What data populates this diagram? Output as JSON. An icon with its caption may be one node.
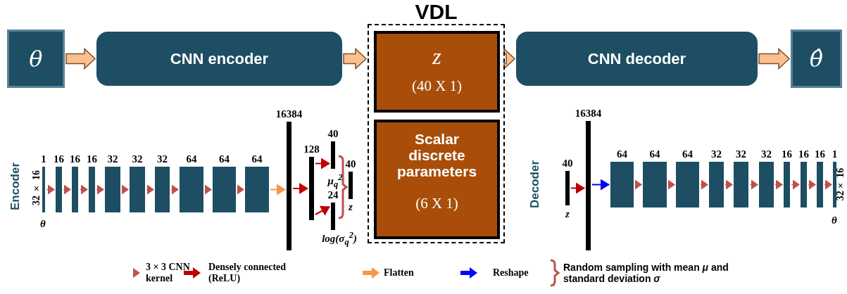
{
  "diagram": {
    "nodes": [
      {
        "text": [
          "θ"
        ]
      },
      {
        "text": [
          "CNN encoder"
        ]
      },
      {
        "text": [
          "VDL"
        ]
      },
      {
        "text": [
          "z",
          "(40 X 1)"
        ],
        "in": 2
      },
      {
        "text": [
          "Scalar discrete parameters",
          "(6 X 1)"
        ],
        "in": 2
      },
      {
        "text": [
          "CNN decoder"
        ]
      },
      {
        "text": [
          "θ̂"
        ]
      },
      {
        "text": [
          "1"
        ],
        "beside": [
          "32 × 16",
          "θ"
        ]
      },
      {
        "text": [
          "16"
        ]
      },
      {
        "text": [
          "16"
        ]
      },
      {
        "text": [
          "16"
        ]
      },
      {
        "text": [
          "32"
        ]
      },
      {
        "text": [
          "32"
        ]
      },
      {
        "text": [
          "32"
        ]
      },
      {
        "text": [
          "64"
        ]
      },
      {
        "text": [
          "64"
        ]
      },
      {
        "text": [
          "64"
        ]
      },
      {
        "text": [
          "16384"
        ]
      },
      {
        "text": [
          "128"
        ]
      },
      {
        "text": [
          "40"
        ],
        "beside": [
          "μ$_{q}$$^{2}$"
        ]
      },
      {
        "text": [
          "24"
        ],
        "beside": [
          "log(σ$_{q}$$^{2}$)"
        ]
      },
      {
        "text": [
          "40"
        ],
        "beside": [
          "z"
        ]
      },
      {
        "text": [
          "40"
        ],
        "beside": [
          "z"
        ]
      },
      {
        "text": [
          "16384"
        ]
      },
      {
        "text": [
          "64"
        ]
      },
      {
        "text": [
          "64"
        ]
      },
      {
        "text": [
          "64"
        ]
      },
      {
        "text": [
          "32"
        ]
      },
      {
        "text": [
          "32"
        ]
      },
      {
        "text": [
          "32"
        ]
      },
      {
        "text": [
          "16"
        ]
      },
      {
        "text": [
          "16"
        ]
      },
      {
        "text": [
          "16"
        ]
      },
      {
        "text": [
          "1"
        ],
        "beside": [
          "32× 16",
          "θ"
        ]
      }
    ],
    "edges": [
      {
        "from": 0,
        "to": 1,
        "arrow": "to",
        "style": "thick",
        "color": "#fac090"
      },
      {
        "from": 1,
        "to": 2,
        "arrow": "to",
        "style": "thick",
        "color": "#fac090"
      },
      {
        "from": 2,
        "to": 5,
        "arrow": "to",
        "style": "thick",
        "color": "#fac090"
      },
      {
        "from": 5,
        "to": 6,
        "arrow": "to",
        "style": "thick",
        "color": "#fac090"
      },
      {
        "from": 7,
        "to": 8,
        "arrow": "to"
      },
      {
        "from": 8,
        "to": 9,
        "arrow": "to"
      },
      {
        "from": 9,
        "to": 10,
        "arrow": "to"
      },
      {
        "from": 10,
        "to": 11,
        "arrow": "to"
      },
      {
        "from": 11,
        "to": 12,
        "arrow": "to"
      },
      {
        "from": 12,
        "to": 13,
        "arrow": "to"
      },
      {
        "from": 13,
        "to": 14,
        "arrow": "to"
      },
      {
        "from": 14,
        "to": 15,
        "arrow": "to"
      },
      {
        "from": 15,
        "to": 16,
        "arrow": "to"
      },
      {
        "from": 16,
        "to": 17,
        "arrow": "to",
        "color": "#f79646"
      },
      {
        "from": 17,
        "to": 18,
        "arrow": "to",
        "color": "#c00000"
      },
      {
        "from": 18,
        "to": 19,
        "arrow": "to",
        "color": "#c00000"
      },
      {
        "from": 18,
        "to": 20,
        "arrow": "to",
        "color": "#c00000"
      },
      {
        "from": 22,
        "to": 23,
        "arrow": "to",
        "color": "#c00000"
      },
      {
        "from": 23,
        "to": 24,
        "arrow": "to",
        "color": "#0000ff"
      },
      {
        "from": 24,
        "to": 25,
        "arrow": "to"
      },
      {
        "from": 25,
        "to": 26,
        "arrow": "to"
      },
      {
        "from": 26,
        "to": 27,
        "arrow": "to"
      },
      {
        "from": 27,
        "to": 28,
        "arrow": "to"
      },
      {
        "from": 28,
        "to": 29,
        "arrow": "to"
      },
      {
        "from": 29,
        "to": 30,
        "arrow": "to"
      },
      {
        "from": 30,
        "to": 31,
        "arrow": "to"
      },
      {
        "from": 31,
        "to": 32,
        "arrow": "to"
      },
      {
        "from": 32,
        "to": 33,
        "arrow": "to"
      }
    ],
    "labels": [
      "Encoder",
      "Decoder"
    ],
    "legend": [
      {
        "text": "3 × 3 CNN kernel"
      },
      {
        "text": "Densely connected (ReLU)"
      },
      {
        "text": "Flatten"
      },
      {
        "text": "Reshape"
      },
      {
        "text": "Random sampling with mean *μ* and standard deviation *σ*"
      }
    ]
  }
}
